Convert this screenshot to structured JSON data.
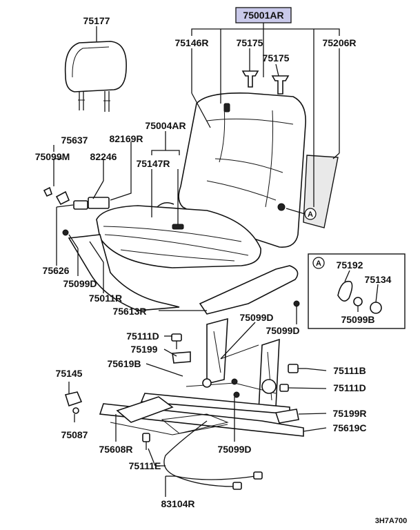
{
  "labels": {
    "main_assembly": "75001AR",
    "headrest": "75177",
    "back_cover": "75146R",
    "clip_a": "75175",
    "clip_b": "75175",
    "back_board": "75206R",
    "cushion_assy": "75004AR",
    "cushion_cover": "75147R",
    "harness_connector": "82169R",
    "bracket_a": "75637",
    "screw_m": "75099M",
    "clip_c": "82246",
    "trim_rear": "75626",
    "screw_d1": "75099D",
    "side_cover": "75011R",
    "lever_cover": "75613R",
    "screw_d2": "75099D",
    "screw_d3": "75099D",
    "bolt_d1": "75111D",
    "bracket_b": "75199",
    "rail_cover": "75619B",
    "clip_d": "75145",
    "clip_e": "75087",
    "bolt_b": "75111B",
    "bolt_d2": "75111D",
    "bracket_r": "75199R",
    "rail_cover_c": "75619C",
    "lever": "75608R",
    "bolt_e": "75111E",
    "screw_d4": "75099D",
    "harness": "83104R",
    "detail_a_1": "75192",
    "detail_a_2": "75134",
    "detail_a_3": "75099B",
    "callout_a": "A",
    "callout_a2": "A",
    "figure_code": "3H7A700"
  },
  "colors": {
    "highlight": "#c9c9ea",
    "ink": "#111111"
  }
}
